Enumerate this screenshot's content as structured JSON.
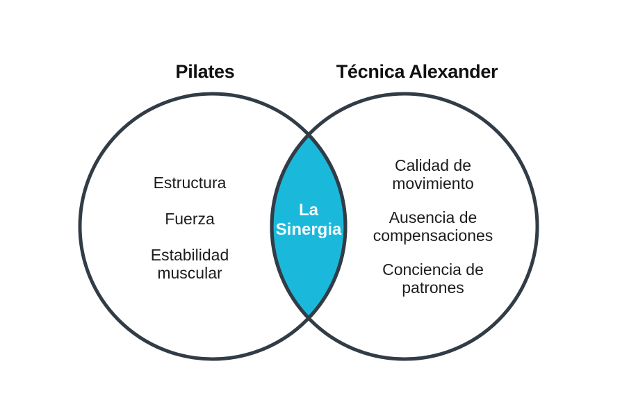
{
  "diagram": {
    "type": "venn",
    "left": {
      "title": "Pilates",
      "items": [
        "Estructura",
        "Fuerza",
        "Estabilidad muscular"
      ]
    },
    "right": {
      "title": "Técnica Alexander",
      "items": [
        "Calidad de movimiento",
        "Ausencia de compensaciones",
        "Conciencia de patrones"
      ]
    },
    "overlap": {
      "label": "La Sinergia"
    }
  },
  "colors": {
    "background": "#ffffff",
    "circle_stroke": "#323c46",
    "overlap_fill": "#1ab9dc",
    "overlap_text": "#f2fbfd",
    "title_text": "#111111",
    "item_text": "#1c1c1c"
  }
}
